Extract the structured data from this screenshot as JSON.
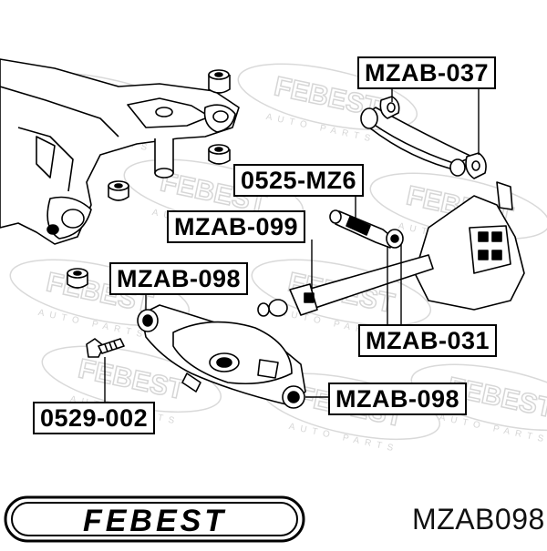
{
  "watermark": {
    "brand": "FEBEST",
    "tagline": "AUTO PARTS"
  },
  "callouts": [
    {
      "id": "c1",
      "text": "MZAB-037"
    },
    {
      "id": "c2",
      "text": "0525-MZ6"
    },
    {
      "id": "c3",
      "text": "MZAB-099"
    },
    {
      "id": "c4",
      "text": "MZAB-098"
    },
    {
      "id": "c5",
      "text": "MZAB-031"
    },
    {
      "id": "c6",
      "text": "MZAB-098"
    },
    {
      "id": "c7",
      "text": "0529-002"
    }
  ],
  "footer": {
    "logo_text": "FEBEST",
    "part_number": "MZAB098"
  },
  "colors": {
    "line": "#000000",
    "watermark": "#d6d6d6",
    "background": "#ffffff"
  }
}
